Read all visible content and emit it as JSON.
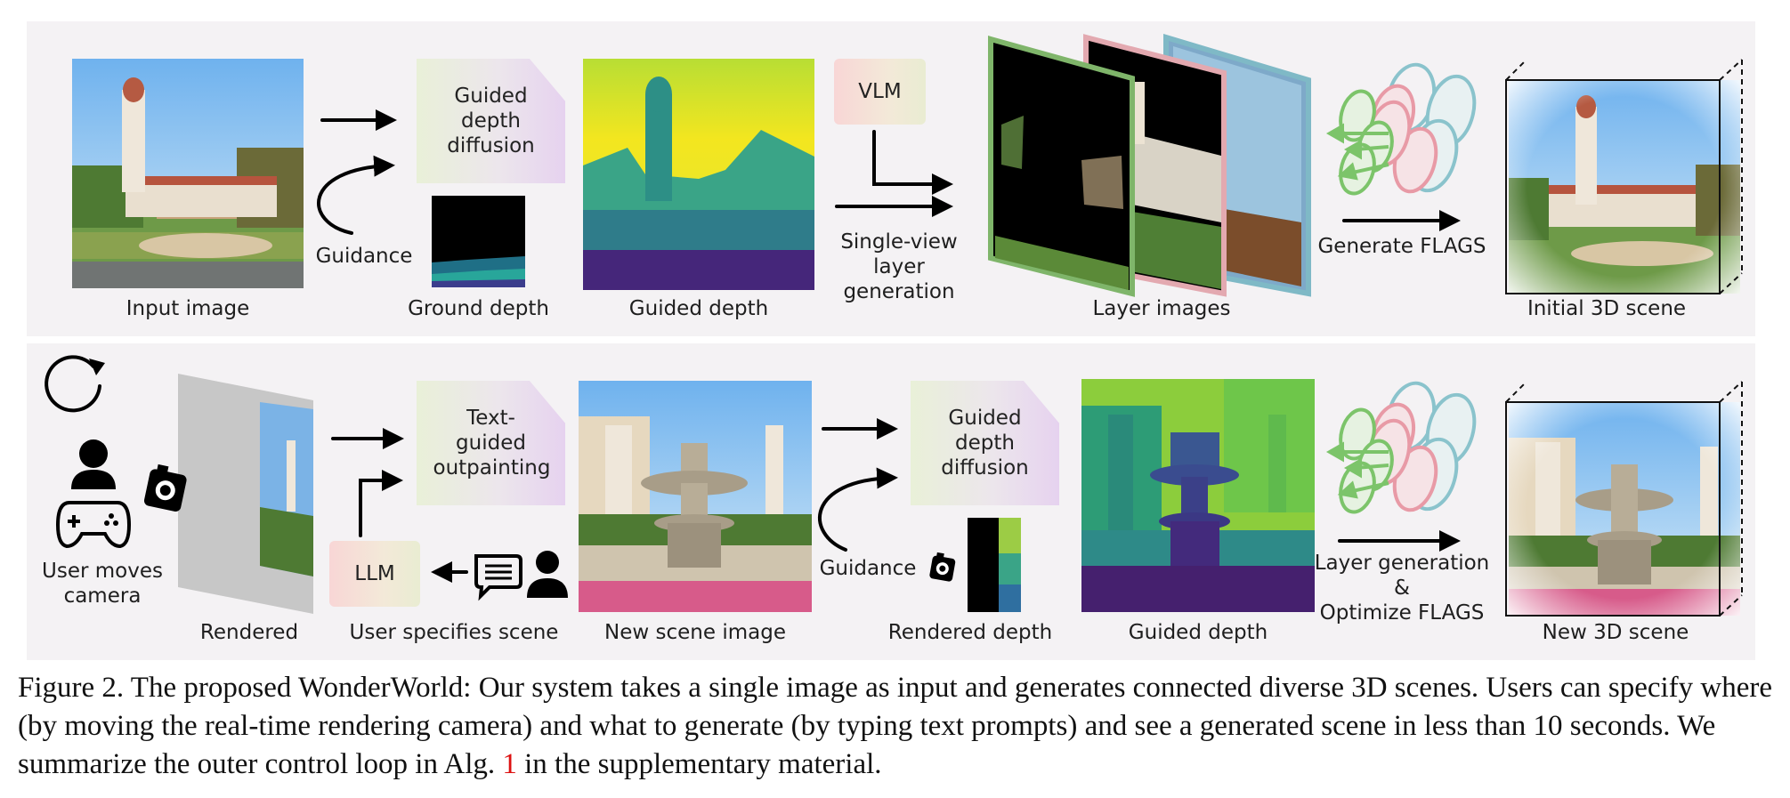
{
  "figure": {
    "row1": {
      "input_label": "Input image",
      "depth_diffusion_label": "Guided depth diffusion",
      "guidance_label": "Guidance",
      "ground_depth_label": "Ground depth",
      "guided_depth_label": "Guided depth",
      "vlm_label": "VLM",
      "layer_gen_label": "Single-view layer generation",
      "layer_images_label": "Layer images",
      "generate_flags_label": "Generate FLAGS",
      "initial_scene_label": "Initial 3D scene"
    },
    "row2": {
      "user_moves_label": "User moves camera",
      "rendered_label": "Rendered",
      "outpainting_label": "Text-guided outpainting",
      "llm_label": "LLM",
      "user_specifies_label": "User specifies scene",
      "new_image_label": "New scene image",
      "depth_diffusion_label": "Guided depth diffusion",
      "guidance_label": "Guidance",
      "rendered_depth_label": "Rendered depth",
      "guided_depth_label": "Guided depth",
      "layer_gen_label": "Layer generation",
      "amp_label": "&",
      "optimize_label": "Optimize FLAGS",
      "new_scene_label": "New 3D scene"
    },
    "colors": {
      "layer_green": "#7fb56a",
      "layer_pink": "#e3a9b0",
      "layer_blue": "#7fb9c6",
      "flag_green": "#7cc46a",
      "flag_pink": "#e89aa6",
      "flag_blue": "#8ac3cc"
    }
  },
  "caption": {
    "part1": "Figure 2. The proposed WonderWorld: Our system takes a single image as input and generates connected diverse 3D scenes. Users can specify where (by moving the real-time rendering camera) and what to generate (by typing text prompts) and see a generated scene in less than 10 seconds. We summarize the outer control loop in Alg.",
    "ref": "1",
    "part2": "in the supplementary material."
  }
}
